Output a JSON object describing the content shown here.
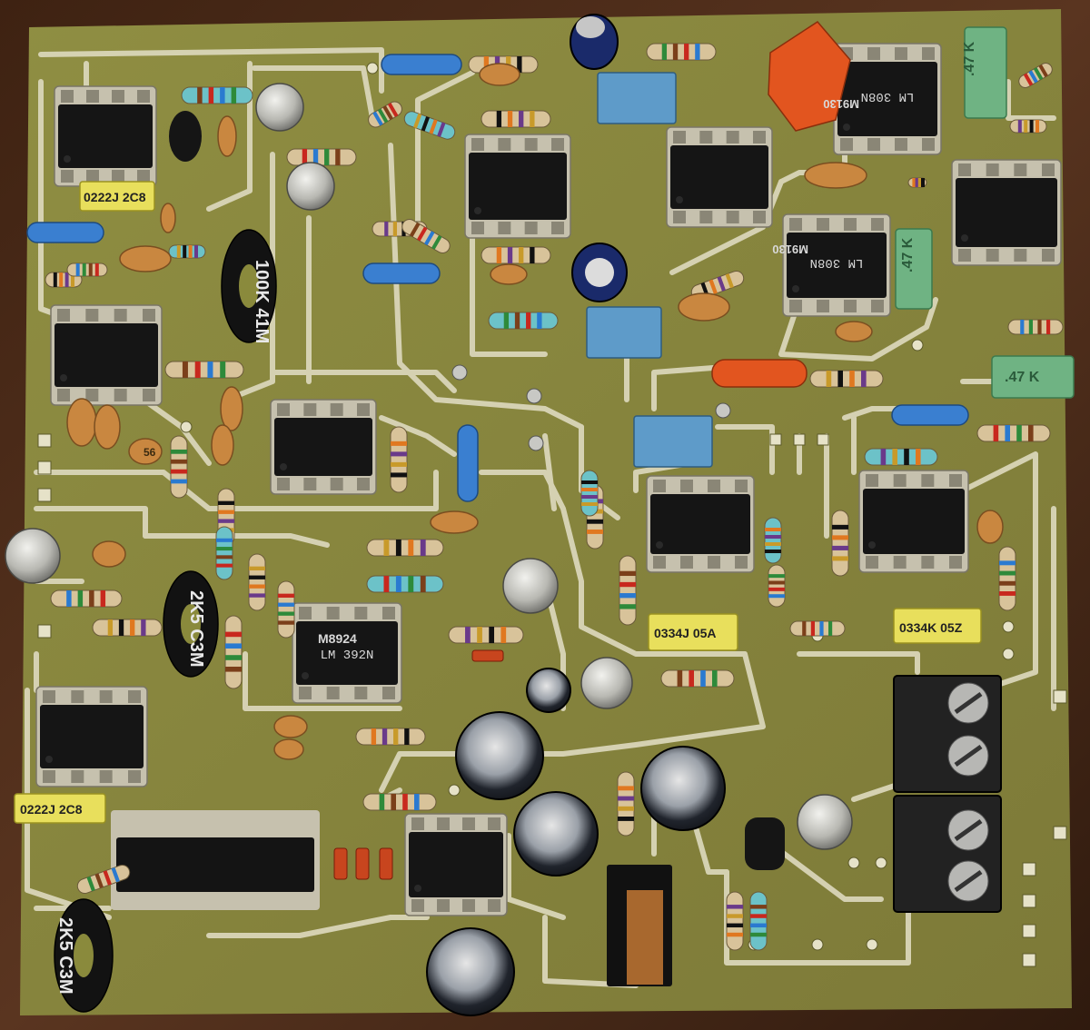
{
  "colors": {
    "wood": "#4a2c18",
    "board": "#8a8a3c",
    "copper": "#d9d5b8",
    "chip": "#151515",
    "socket": "#c6c1ae",
    "cap_blue": "#3a7fd0",
    "cap_box_blue": "#5e9bc9",
    "cap_green": "#6fb383",
    "cap_orange": "#e2551f",
    "cap_ceramic": "#c98740",
    "cap_yellow": "#e8df5c",
    "resistor_body": "#d8c39a",
    "metal_can": "#c4c4c0",
    "electrolytic": "#1a1f2a"
  },
  "chips": [
    {
      "id": "u1",
      "text": ""
    },
    {
      "id": "u2",
      "text": ""
    },
    {
      "id": "u3",
      "text": ""
    },
    {
      "id": "u4",
      "text": ""
    },
    {
      "id": "u5",
      "text": "LM 308N"
    },
    {
      "id": "u6",
      "text": "LM 308N"
    },
    {
      "id": "u7",
      "text": ""
    },
    {
      "id": "u8",
      "text": ""
    },
    {
      "id": "u9",
      "text": ""
    },
    {
      "id": "u10",
      "text": ""
    },
    {
      "id": "u11",
      "text": "LM 392N"
    },
    {
      "id": "u12",
      "text": ""
    },
    {
      "id": "u13",
      "text": ""
    },
    {
      "id": "u14",
      "text": ""
    }
  ],
  "component_labels": [
    {
      "id": "l1",
      "text": "0222J 2C8"
    },
    {
      "id": "l2",
      "text": "0222J 2C8"
    },
    {
      "id": "l3",
      "text": "0334J 05A"
    },
    {
      "id": "l4",
      "text": "0334K 05Z"
    },
    {
      "id": "l5",
      "text": "100K 41M"
    },
    {
      "id": "l6",
      "text": "2K5 C3M"
    },
    {
      "id": "l7",
      "text": "2K5 C3M"
    },
    {
      "id": "l8",
      "text": ".47 K"
    },
    {
      "id": "l9",
      "text": ".47 K"
    },
    {
      "id": "l10",
      "text": ".47 K"
    },
    {
      "id": "l11",
      "text": "M8924"
    },
    {
      "id": "l12",
      "text": "M9130"
    },
    {
      "id": "l13",
      "text": "M9130"
    },
    {
      "id": "l14",
      "text": "56"
    }
  ]
}
